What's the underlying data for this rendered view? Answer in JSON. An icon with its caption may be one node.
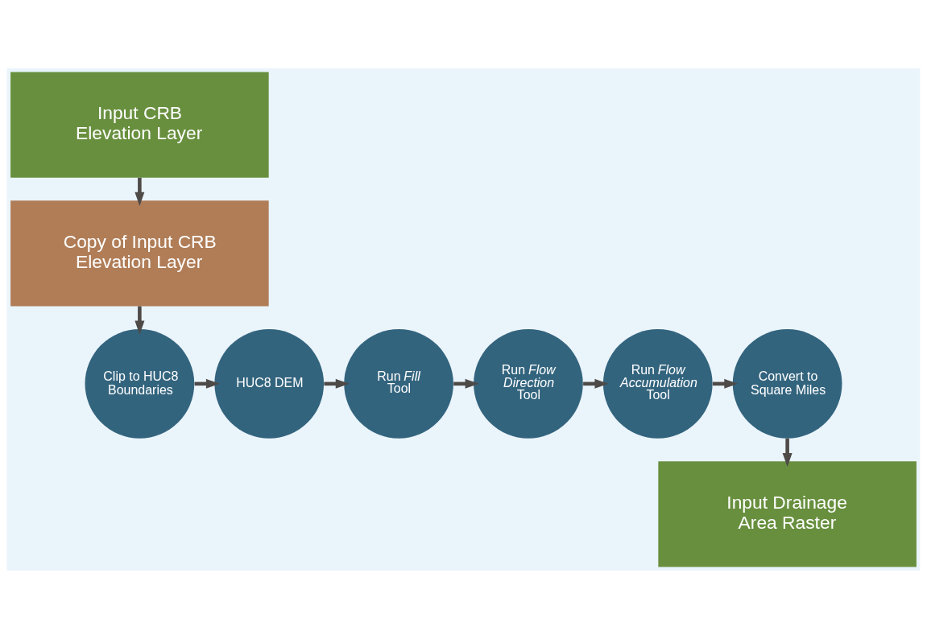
{
  "diagram": {
    "nodes": [
      {
        "text": [
          "Input CRB Elevation Layer"
        ]
      },
      {
        "text": [
          "Copy of Input CRB Elevation Layer"
        ]
      },
      {
        "text": [
          "Clip to HUC8 Boundaries"
        ]
      },
      {
        "text": [
          "HUC8 DEM"
        ]
      },
      {
        "text": [
          "Run *Fill* Tool"
        ]
      },
      {
        "text": [
          "Run *Flow Direction* Tool"
        ]
      },
      {
        "text": [
          "Run *Flow Accumulation* Tool"
        ]
      },
      {
        "text": [
          "Convert to Square Miles"
        ]
      },
      {
        "text": [
          "Input Drainage Area Raster"
        ]
      }
    ],
    "edges": [
      {
        "from": 0,
        "to": 1,
        "arrow": "to"
      },
      {
        "from": 1,
        "to": 2,
        "arrow": "to"
      },
      {
        "from": 2,
        "to": 3,
        "arrow": "to"
      },
      {
        "from": 3,
        "to": 4,
        "arrow": "to"
      },
      {
        "from": 4,
        "to": 5,
        "arrow": "to"
      },
      {
        "from": 5,
        "to": 6,
        "arrow": "to"
      },
      {
        "from": 6,
        "to": 7,
        "arrow": "to"
      },
      {
        "from": 7,
        "to": 8,
        "arrow": "to"
      }
    ]
  }
}
